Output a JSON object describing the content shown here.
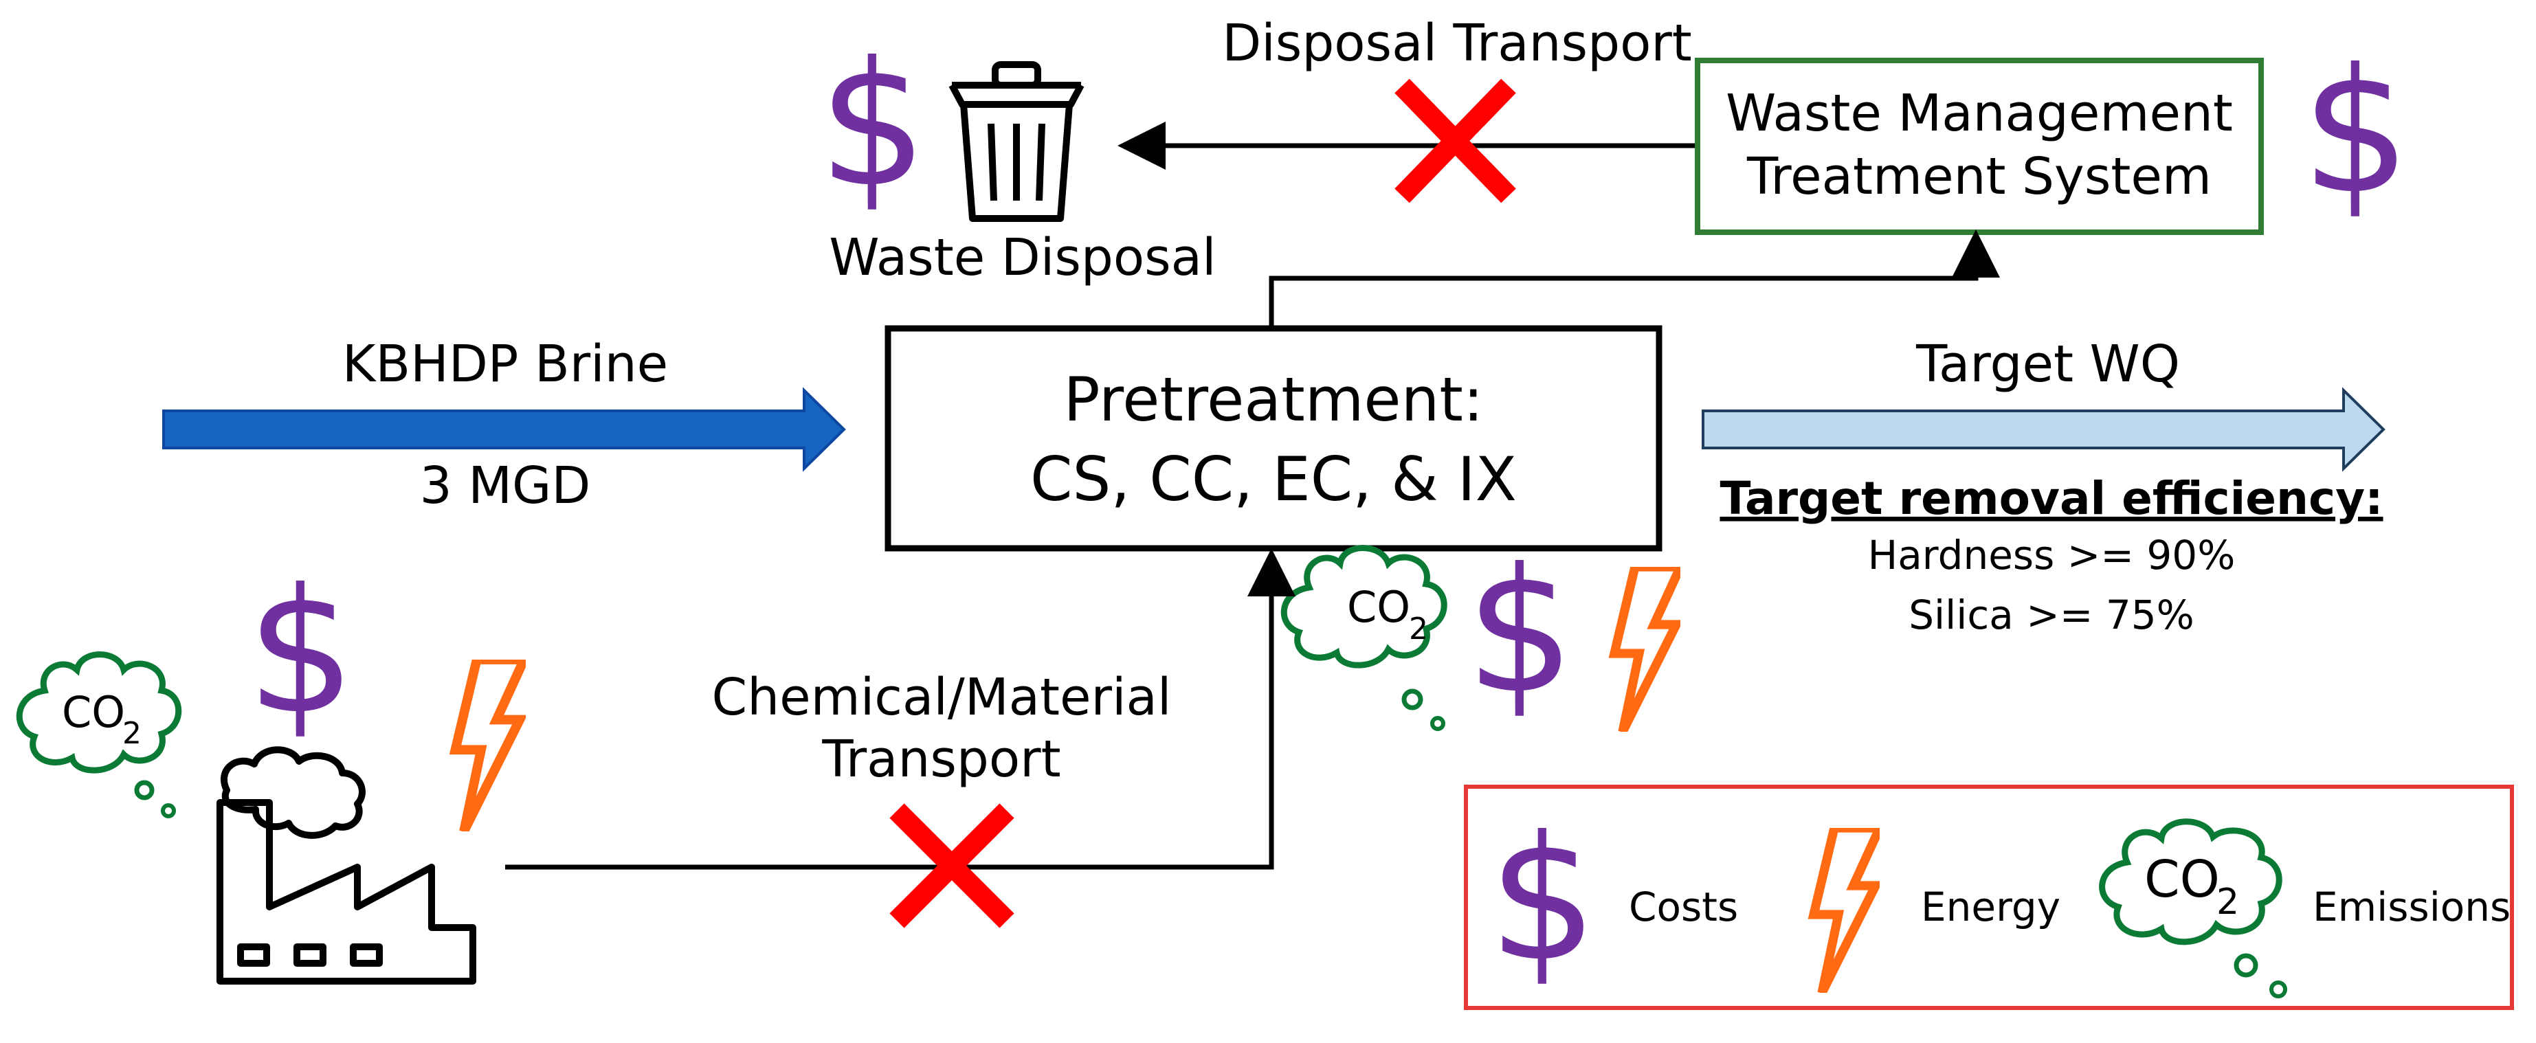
{
  "colors": {
    "cost": "#7030a0",
    "energy": "#ff6a13",
    "emissions": "#0a7a35",
    "brine_arrow": "#1565c0",
    "target_arrow": "#bcd9f0",
    "cross": "#ff0000",
    "waste_box_border": "#2e7d32",
    "legend_border": "#e53935"
  },
  "labels": {
    "disposal_transport": "Disposal Transport",
    "waste_management_line1": "Waste Management",
    "waste_management_line2": "Treatment System",
    "waste_disposal": "Waste Disposal",
    "kbhdp_brine": "KBHDP Brine",
    "flow_rate": "3 MGD",
    "pretreatment_line1": "Pretreatment:",
    "pretreatment_line2": "CS, CC, EC, & IX",
    "target_wq": "Target WQ",
    "target_removal_title": "Target removal efficiency:",
    "hardness": "Hardness >= 90%",
    "silica": "Silica >= 75%",
    "chemical_line1": "Chemical/Material",
    "chemical_line2": "Transport"
  },
  "icons": {
    "dollar_symbol": "$",
    "co2_main": "CO",
    "co2_sub": "2"
  },
  "legend": {
    "costs": "Costs",
    "energy": "Energy",
    "emissions": "Emissions"
  }
}
